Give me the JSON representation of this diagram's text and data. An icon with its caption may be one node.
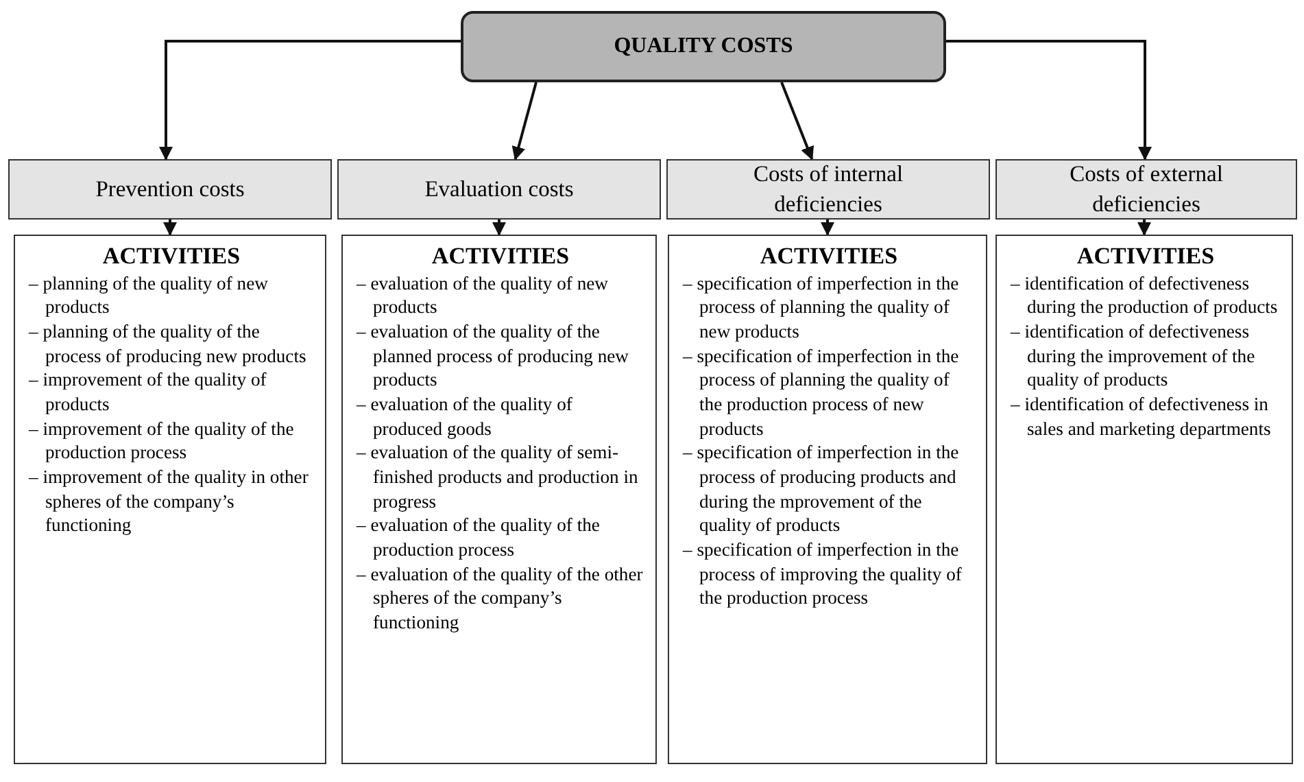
{
  "diagram": {
    "nodes": [
      {
        "text": [
          "QUALITY COSTS"
        ]
      },
      {
        "text": [
          "Prevention costs"
        ]
      },
      {
        "text": [
          "Evaluation costs"
        ]
      },
      {
        "text": [
          "Costs of internal deficiencies"
        ]
      },
      {
        "text": [
          "Costs of external deficiencies"
        ]
      },
      {
        "text": [
          "ACTIVITIES",
          "– planning of the quality of new products",
          "– planning of the quality of the process of producing new products",
          "– improvement of the quality of products",
          "– improvement of the quality of the production process",
          "– improvement of the quality in other spheres of the company’s functioning"
        ]
      },
      {
        "text": [
          "ACTIVITIES",
          "– evaluation of the quality of new products",
          "– evaluation of the quality of the planned process of producing new products",
          "– evaluation of the quality of produced goods",
          "– evaluation of the quality of semi-finished products and production in progress",
          "– evaluation of the quality of the production process",
          "– evaluation of the quality of the other spheres of the company’s functioning"
        ]
      },
      {
        "text": [
          "ACTIVITIES",
          "– specification of imperfection in the process of planning the quality of new products",
          "– specification of imperfection in the process of planning the quality of the production process of new products",
          "– specification of imperfection in the process of producing products and during the mprovement of the quality of products",
          "– specification of imperfection in the process of improving the quality of the production process"
        ]
      },
      {
        "text": [
          "ACTIVITIES",
          "– identification of defectiveness during the production of products",
          "– identification of defectiveness during the improvement of the quality of products",
          "– identification of defectiveness in sales and marketing departments"
        ]
      }
    ],
    "edges": [
      {
        "from": 0,
        "to": 1,
        "arrow": "to"
      },
      {
        "from": 0,
        "to": 2,
        "arrow": "to"
      },
      {
        "from": 0,
        "to": 3,
        "arrow": "to"
      },
      {
        "from": 0,
        "to": 4,
        "arrow": "to"
      },
      {
        "from": 1,
        "to": 5,
        "arrow": "to"
      },
      {
        "from": 2,
        "to": 6,
        "arrow": "to"
      },
      {
        "from": 3,
        "to": 7,
        "arrow": "to"
      },
      {
        "from": 4,
        "to": 8,
        "arrow": "to"
      }
    ]
  }
}
